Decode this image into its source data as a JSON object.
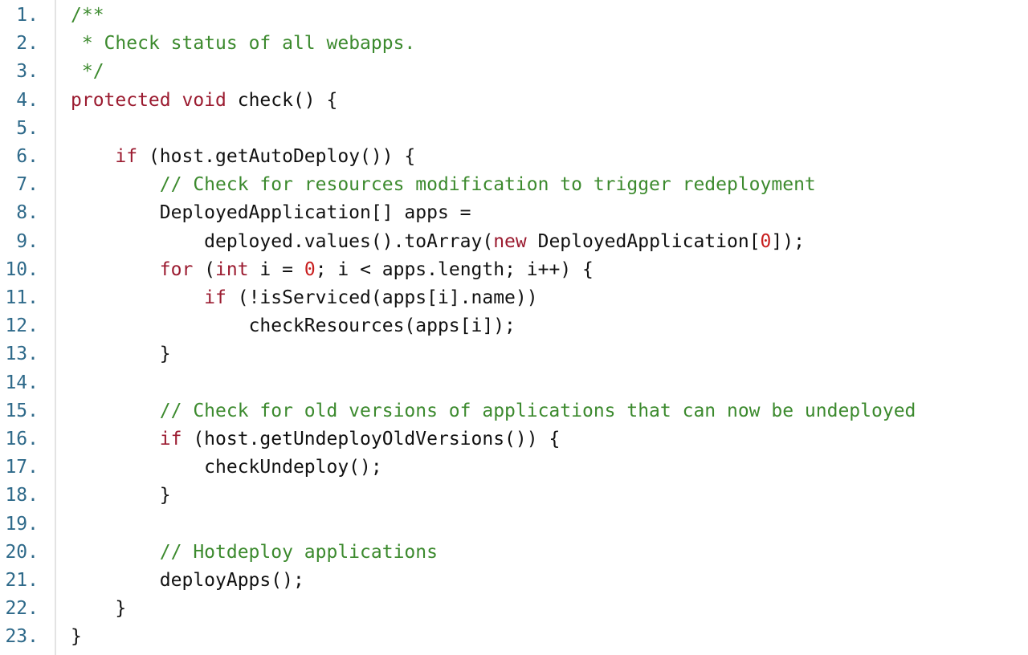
{
  "colors": {
    "background": "#ffffff",
    "line_number": "#2f6a8a",
    "comment": "#3c8a2e",
    "keyword": "#9b1b30",
    "number": "#c81e1e",
    "plain": "#111111",
    "gutter_divider": "#e3e3e3"
  },
  "lines": [
    {
      "number": "1.",
      "indent": "",
      "tokens": [
        {
          "type": "comment",
          "text": "/**"
        }
      ]
    },
    {
      "number": "2.",
      "indent": " ",
      "tokens": [
        {
          "type": "comment",
          "text": "* Check status of all webapps."
        }
      ]
    },
    {
      "number": "3.",
      "indent": " ",
      "tokens": [
        {
          "type": "comment",
          "text": "*/"
        }
      ]
    },
    {
      "number": "4.",
      "indent": "",
      "tokens": [
        {
          "type": "keyword",
          "text": "protected"
        },
        {
          "type": "plain",
          "text": " "
        },
        {
          "type": "keyword",
          "text": "void"
        },
        {
          "type": "plain",
          "text": " check() {"
        }
      ]
    },
    {
      "number": "5.",
      "indent": "",
      "tokens": []
    },
    {
      "number": "6.",
      "indent": "    ",
      "tokens": [
        {
          "type": "keyword",
          "text": "if"
        },
        {
          "type": "plain",
          "text": " (host.getAutoDeploy()) {"
        }
      ]
    },
    {
      "number": "7.",
      "indent": "        ",
      "tokens": [
        {
          "type": "comment",
          "text": "// Check for resources modification to trigger redeployment"
        }
      ]
    },
    {
      "number": "8.",
      "indent": "        ",
      "tokens": [
        {
          "type": "plain",
          "text": "DeployedApplication[] apps ="
        }
      ]
    },
    {
      "number": "9.",
      "indent": "            ",
      "tokens": [
        {
          "type": "plain",
          "text": "deployed.values().toArray("
        },
        {
          "type": "keyword",
          "text": "new"
        },
        {
          "type": "plain",
          "text": " DeployedApplication["
        },
        {
          "type": "number",
          "text": "0"
        },
        {
          "type": "plain",
          "text": "]);"
        }
      ]
    },
    {
      "number": "10.",
      "indent": "        ",
      "tokens": [
        {
          "type": "keyword",
          "text": "for"
        },
        {
          "type": "plain",
          "text": " ("
        },
        {
          "type": "keyword",
          "text": "int"
        },
        {
          "type": "plain",
          "text": " i = "
        },
        {
          "type": "number",
          "text": "0"
        },
        {
          "type": "plain",
          "text": "; i < apps.length; i++) {"
        }
      ]
    },
    {
      "number": "11.",
      "indent": "            ",
      "tokens": [
        {
          "type": "keyword",
          "text": "if"
        },
        {
          "type": "plain",
          "text": " (!isServiced(apps[i].name))"
        }
      ]
    },
    {
      "number": "12.",
      "indent": "                ",
      "tokens": [
        {
          "type": "plain",
          "text": "checkResources(apps[i]);"
        }
      ]
    },
    {
      "number": "13.",
      "indent": "        ",
      "tokens": [
        {
          "type": "plain",
          "text": "}"
        }
      ]
    },
    {
      "number": "14.",
      "indent": "",
      "tokens": []
    },
    {
      "number": "15.",
      "indent": "        ",
      "tokens": [
        {
          "type": "comment",
          "text": "// Check for old versions of applications that can now be undeployed"
        }
      ]
    },
    {
      "number": "16.",
      "indent": "        ",
      "tokens": [
        {
          "type": "keyword",
          "text": "if"
        },
        {
          "type": "plain",
          "text": " (host.getUndeployOldVersions()) {"
        }
      ]
    },
    {
      "number": "17.",
      "indent": "            ",
      "tokens": [
        {
          "type": "plain",
          "text": "checkUndeploy();"
        }
      ]
    },
    {
      "number": "18.",
      "indent": "        ",
      "tokens": [
        {
          "type": "plain",
          "text": "}"
        }
      ]
    },
    {
      "number": "19.",
      "indent": "",
      "tokens": []
    },
    {
      "number": "20.",
      "indent": "        ",
      "tokens": [
        {
          "type": "comment",
          "text": "// Hotdeploy applications"
        }
      ]
    },
    {
      "number": "21.",
      "indent": "        ",
      "tokens": [
        {
          "type": "plain",
          "text": "deployApps();"
        }
      ]
    },
    {
      "number": "22.",
      "indent": "    ",
      "tokens": [
        {
          "type": "plain",
          "text": "}"
        }
      ]
    },
    {
      "number": "23.",
      "indent": "",
      "tokens": [
        {
          "type": "plain",
          "text": "}"
        }
      ]
    }
  ]
}
